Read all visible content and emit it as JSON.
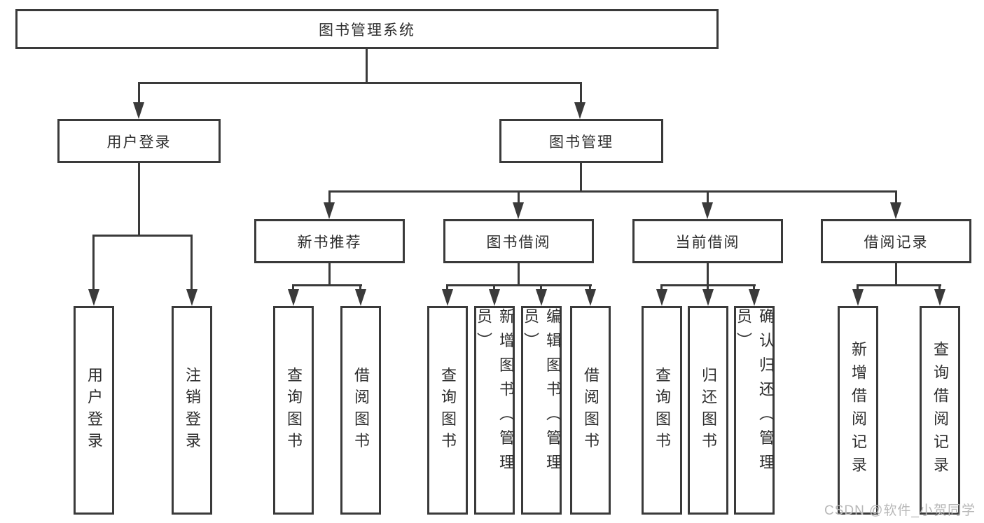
{
  "diagram": {
    "root": {
      "label": "图书管理系统"
    },
    "children": [
      {
        "label": "用户登录",
        "children": [
          {
            "label": "用户登录"
          },
          {
            "label": "注销登录"
          }
        ]
      },
      {
        "label": "图书管理",
        "children": [
          {
            "label": "新书推荐",
            "children": [
              {
                "label": "查询图书"
              },
              {
                "label": "借阅图书"
              }
            ]
          },
          {
            "label": "图书借阅",
            "children": [
              {
                "label": "查询图书"
              },
              {
                "label": "新增图书（管理员）"
              },
              {
                "label": "编辑图书（管理员）"
              },
              {
                "label": "借阅图书"
              }
            ]
          },
          {
            "label": "当前借阅",
            "children": [
              {
                "label": "查询图书"
              },
              {
                "label": "归还图书"
              },
              {
                "label": "确认归还（管理员）"
              }
            ]
          },
          {
            "label": "借阅记录",
            "children": [
              {
                "label": "新增借阅记录"
              },
              {
                "label": "查询借阅记录"
              }
            ]
          }
        ]
      }
    ]
  },
  "watermark": "CSDN @软件_小贺同学",
  "colors": {
    "line": "#3a3a3a",
    "text": "#2e2e2e",
    "watermark": "#b8b8b8",
    "background": "#ffffff"
  }
}
